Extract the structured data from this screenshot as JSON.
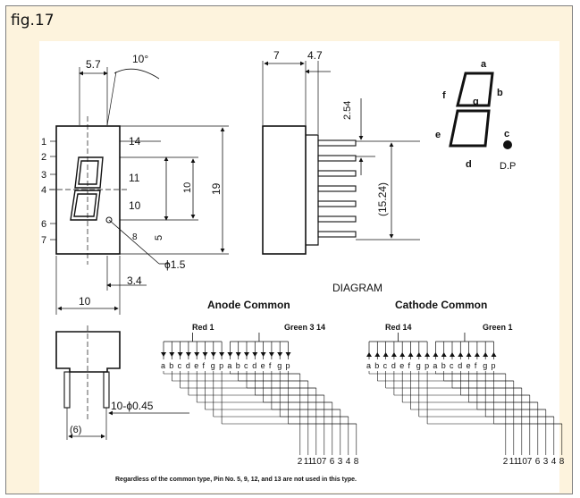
{
  "figure": {
    "label": "fig.17"
  },
  "front_view": {
    "dims": {
      "top_width": "5.7",
      "angle": "10°",
      "pitch_total": "10",
      "right_offset": "3.4",
      "height": "19",
      "seg_height": "10",
      "seg_lower": "5",
      "dp_dia": "ϕ1.5"
    },
    "pin_numbers_left": [
      "1",
      "2",
      "3",
      "4",
      "6",
      "7"
    ],
    "pin_numbers_right": [
      "14",
      "11",
      "10",
      "8"
    ]
  },
  "side_view": {
    "dims": {
      "width": "7",
      "lead_len": "4.7",
      "pitch": "2.54",
      "span": "(15.24)"
    }
  },
  "bottom_view": {
    "dims": {
      "lead_spec": "10-ϕ0.45",
      "lead_pitch": "(6)"
    }
  },
  "segment_display": {
    "labels": {
      "a": "a",
      "b": "b",
      "c": "c",
      "d": "d",
      "e": "e",
      "f": "f",
      "g": "g",
      "dp": "D.P"
    }
  },
  "diagram": {
    "title": "DIAGRAM",
    "anode": {
      "title": "Anode Common",
      "red_label": "Red 1",
      "green_label": "Green  3 14",
      "segments": [
        "a",
        "b",
        "c",
        "d",
        "e",
        "f",
        "g",
        "p",
        "a",
        "b",
        "c",
        "d",
        "e",
        "f",
        "g",
        "p"
      ],
      "pins": [
        "2",
        "11",
        "10",
        "7",
        "6",
        "3",
        "4",
        "8"
      ]
    },
    "cathode": {
      "title": "Cathode  Common",
      "red_label": "Red 14",
      "green_label": "Green  1",
      "segments": [
        "a",
        "b",
        "c",
        "d",
        "e",
        "f",
        "g",
        "p",
        "a",
        "b",
        "c",
        "d",
        "e",
        "f",
        "g",
        "p"
      ],
      "pins": [
        "2",
        "11",
        "10",
        "7",
        "6",
        "3",
        "4",
        "8"
      ]
    }
  },
  "footnote": "Regardless of the common type, Pin No. 5, 9, 12, and 13 are not used in this type."
}
